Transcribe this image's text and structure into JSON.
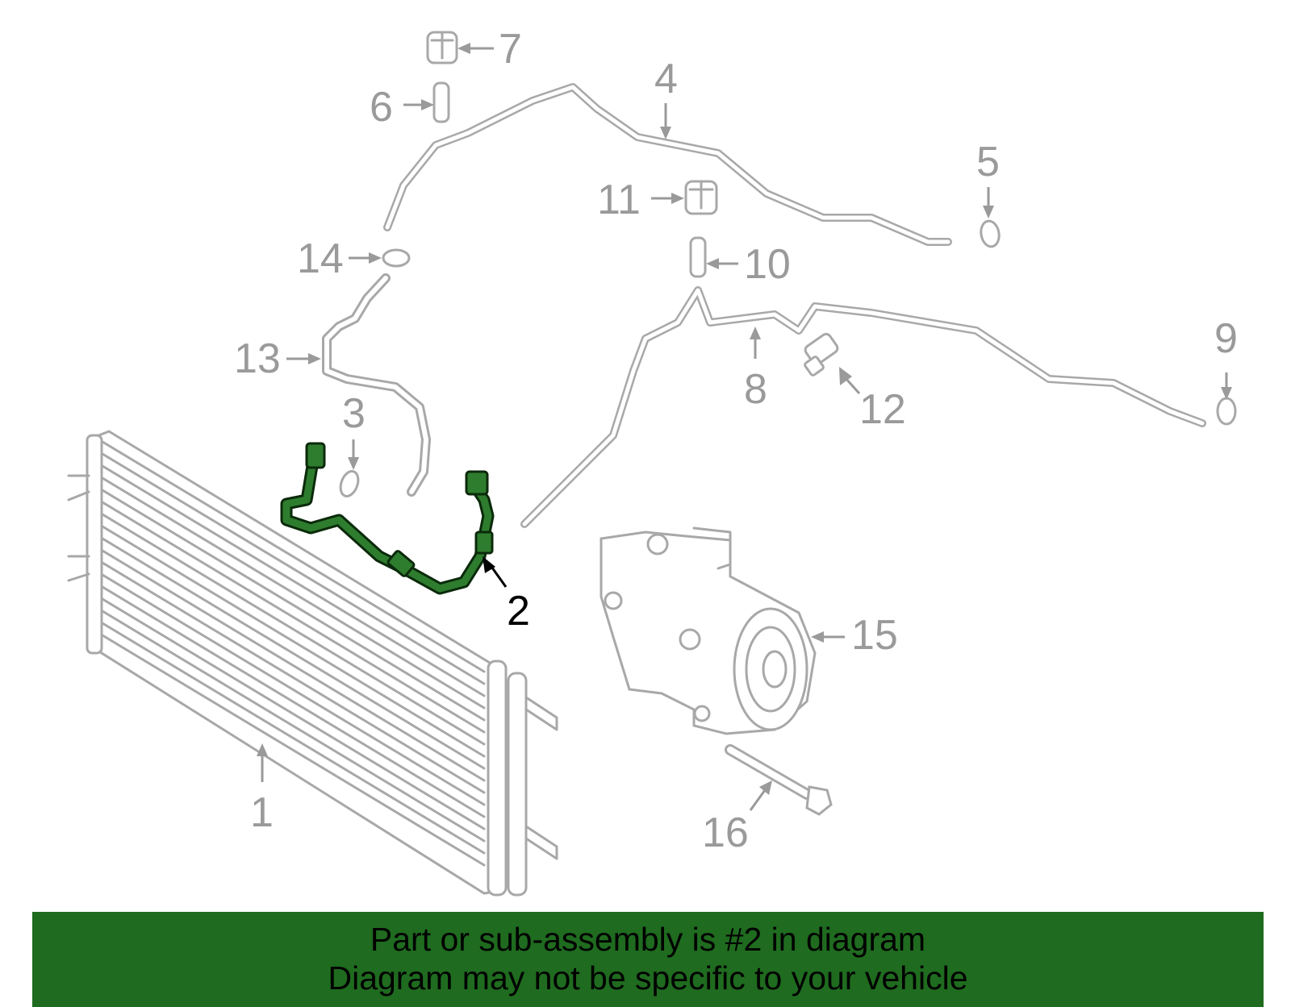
{
  "callouts": [
    {
      "id": "1",
      "text": "1"
    },
    {
      "id": "2",
      "text": "2",
      "highlighted": true
    },
    {
      "id": "3",
      "text": "3"
    },
    {
      "id": "4",
      "text": "4"
    },
    {
      "id": "5",
      "text": "5"
    },
    {
      "id": "6",
      "text": "6"
    },
    {
      "id": "7",
      "text": "7"
    },
    {
      "id": "8",
      "text": "8"
    },
    {
      "id": "9",
      "text": "9"
    },
    {
      "id": "10",
      "text": "10"
    },
    {
      "id": "11",
      "text": "11"
    },
    {
      "id": "12",
      "text": "12"
    },
    {
      "id": "13",
      "text": "13"
    },
    {
      "id": "14",
      "text": "14"
    },
    {
      "id": "15",
      "text": "15"
    },
    {
      "id": "16",
      "text": "16"
    }
  ],
  "banner": {
    "line1": "Part or sub-assembly is #2 in diagram",
    "line2": "Diagram may not be specific to your vehicle"
  },
  "colors": {
    "highlight_part": "#2e7d2e",
    "banner_background": "#1f6b1f",
    "part_outline": "#a8a8a8"
  }
}
